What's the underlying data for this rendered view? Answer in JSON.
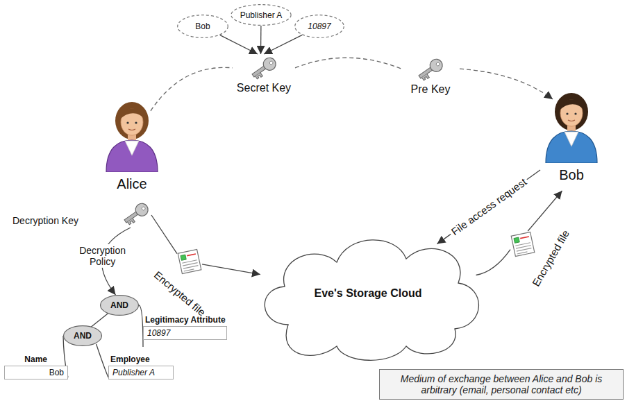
{
  "diagram": {
    "nodes": [
      {
        "text": [
          "Bob"
        ]
      },
      {
        "text": [
          "Publisher A"
        ]
      },
      {
        "text": [
          "10897"
        ]
      },
      {
        "text": [
          "Secret Key"
        ]
      },
      {
        "text": [
          "Pre Key"
        ]
      },
      {
        "text": [
          "Alice"
        ]
      },
      {
        "text": [
          "Bob"
        ]
      },
      {
        "text": [
          "Decryption Key"
        ]
      },
      {
        "text": [
          "Eve's Storage Cloud"
        ]
      },
      {
        "text": [
          "Encrypted file"
        ]
      },
      {
        "text": [
          "Encrypted file"
        ]
      },
      {
        "text": [
          "AND"
        ]
      },
      {
        "text": [
          "AND"
        ]
      },
      {
        "text": [
          "Legitimacy Attribute",
          "10897"
        ]
      },
      {
        "text": [
          "Name",
          "Bob"
        ]
      },
      {
        "text": [
          "Employee",
          "Publisher A"
        ]
      },
      {
        "text": [
          "Medium of exchange between Alice and Bob is arbitrary (email, personal contact etc)"
        ]
      }
    ],
    "edges": [
      {
        "from": 0,
        "to": 3,
        "arrow": "to"
      },
      {
        "from": 1,
        "to": 3,
        "arrow": "to"
      },
      {
        "from": 2,
        "to": 3,
        "arrow": "to"
      },
      {
        "from": 5,
        "to": 3,
        "arrow": "none"
      },
      {
        "from": 3,
        "to": 4,
        "arrow": "none"
      },
      {
        "from": 4,
        "to": 6,
        "arrow": "to"
      },
      {
        "from": 7,
        "to": 9,
        "arrow": "none"
      },
      {
        "from": 9,
        "to": 8,
        "arrow": "to"
      },
      {
        "from": 7,
        "to": 11,
        "label": "Decryption Policy",
        "arrow": "to"
      },
      {
        "from": 11,
        "to": 12,
        "arrow": "none"
      },
      {
        "from": 11,
        "to": 13,
        "arrow": "none"
      },
      {
        "from": 12,
        "to": 14,
        "arrow": "none"
      },
      {
        "from": 12,
        "to": 15,
        "arrow": "none"
      },
      {
        "from": 6,
        "to": 8,
        "label": "File access request",
        "arrow": "to"
      },
      {
        "from": 8,
        "to": 10,
        "arrow": "none"
      },
      {
        "from": 10,
        "to": 6,
        "arrow": "to"
      }
    ]
  }
}
